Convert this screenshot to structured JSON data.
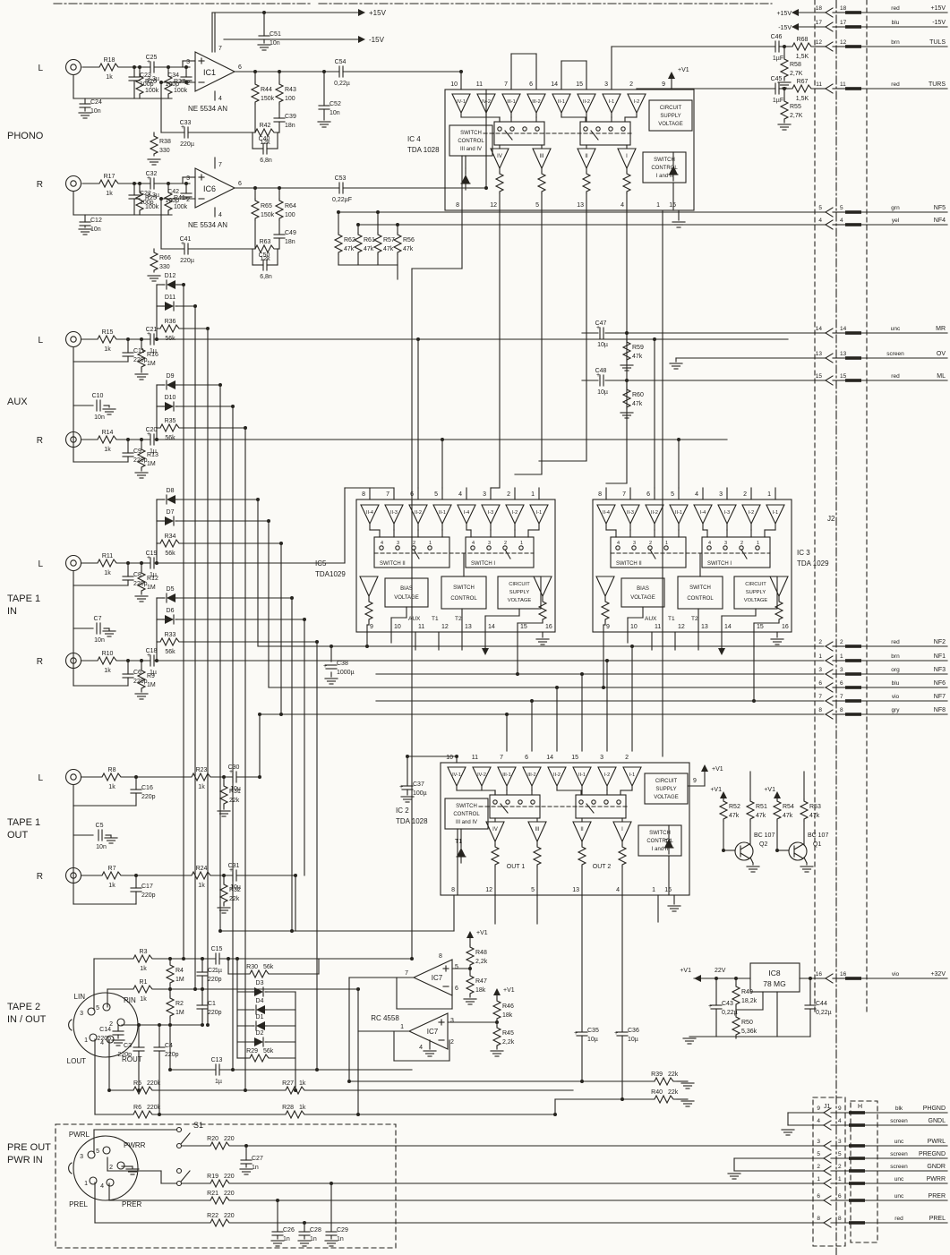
{
  "power": {
    "p15": "+15V",
    "m15": "-15V",
    "v1": "+V1",
    "v32": "+32V",
    "v22": "22V"
  },
  "sections": {
    "phono": "PHONO",
    "aux": "AUX",
    "t1in1": "TAPE 1",
    "t1in2": "IN",
    "t1out1": "TAPE 1",
    "t1out2": "OUT",
    "t21": "TAPE 2",
    "t22": "IN / OUT",
    "pre1": "PRE  OUT",
    "pre2": "PWR IN",
    "l": "L",
    "r": "R",
    "lin": "LIN",
    "rin": "RIN",
    "lout": "LOUT",
    "rout": "ROUT",
    "pwrl": "PWRL",
    "pwrr": "PWRR",
    "prel": "PREL",
    "prer": "PRER",
    "s1": "S1",
    "j2": "J2",
    "j1": "J1",
    "h": "H"
  },
  "din": {
    "n3": "3",
    "n5": "5",
    "n2": "2",
    "n1": "1",
    "n4": "4"
  },
  "ics": {
    "ic1": {
      "name": "IC1",
      "part": "NE 5534 AN",
      "p_inp": "3",
      "p_inn": "2",
      "p_vp": "7",
      "p_vn": "4",
      "p_out": "6"
    },
    "ic6": {
      "name": "IC6",
      "part": "NE 5534 AN",
      "p_inp": "3",
      "p_inn": "2",
      "p_vp": "7",
      "p_vn": "4",
      "p_out": "6"
    },
    "ic7a": {
      "name": "IC7",
      "part": "RC 4558",
      "p_out": "7",
      "p_vp": "8",
      "p_inp": "5",
      "p_inn": "6"
    },
    "ic7b": {
      "name": "IC7",
      "p_out": "1",
      "p_inp": "3",
      "p_inn": "2",
      "p_gnd": "4"
    },
    "ic8": {
      "name": "IC8",
      "part": "78 MG"
    },
    "ic4": {
      "name": "IC 4",
      "part": "TDA 1028",
      "sup": "9",
      "top": [
        "10",
        "11",
        "7",
        "6",
        "14",
        "15",
        "3",
        "2"
      ],
      "amps": [
        "IV-1",
        "IV-2",
        "III-1",
        "III-2",
        "II-1",
        "II-2",
        "I-1",
        "I-2"
      ],
      "sw_l": [
        "SWITCH",
        "CONTROL",
        "III and IV"
      ],
      "sw_r": [
        "SWITCH",
        "CONTROL",
        "I and II"
      ],
      "csv": [
        "CIRCUIT",
        "SUPPLY",
        "VOLTAGE"
      ],
      "outs": [
        "IV",
        "III",
        "II",
        "I"
      ],
      "bot": [
        "8",
        "12",
        "5",
        "13",
        "4",
        "1",
        "16"
      ]
    },
    "ic2": {
      "name": "IC 2",
      "part": "TDA 1028",
      "sup": "9",
      "top": [
        "10",
        "11",
        "7",
        "6",
        "14",
        "15",
        "3",
        "2"
      ],
      "amps": [
        "IV-1",
        "IV-2",
        "III-1",
        "III-2",
        "II-2",
        "II-1",
        "I-2",
        "I-1"
      ],
      "sw_l": [
        "SWITCH",
        "CONTROL",
        "III and IV"
      ],
      "sw_r": [
        "SWITCH",
        "CONTROL",
        "I and II"
      ],
      "csv": [
        "CIRCUIT",
        "SUPPLY",
        "VOLTAGE"
      ],
      "outs": [
        "IV",
        "III",
        "II",
        "I"
      ],
      "bot": [
        "8",
        "12",
        "5",
        "13",
        "4",
        "1",
        "16"
      ],
      "out1": "OUT 1",
      "out2": "OUT 2",
      "t1": "T1",
      "t2": "T2"
    },
    "ic5": {
      "name": "IC5",
      "part": "TDA1029",
      "top": [
        "8",
        "7",
        "6",
        "5",
        "4",
        "3",
        "2",
        "1"
      ],
      "amps": [
        "II-4",
        "II-3",
        "II-2",
        "II-1",
        "I-4",
        "I-3",
        "I-2",
        "I-1"
      ],
      "swii": "SWITCH II",
      "swi": "SWITCH I",
      "pos": [
        "4",
        "3",
        "2",
        "1"
      ],
      "bias": [
        "BIAS",
        "VOLTAGE"
      ],
      "swc": [
        "SWITCH",
        "CONTROL"
      ],
      "csv": [
        "CIRCUIT",
        "SUPPLY",
        "VOLTAGE"
      ],
      "bus": [
        "AUX",
        "T1",
        "T2"
      ],
      "bot": [
        "9",
        "10",
        "11",
        "12",
        "13",
        "14",
        "15",
        "16"
      ]
    },
    "ic3": {
      "name": "IC 3",
      "part": "TDA 1029",
      "top": [
        "8",
        "7",
        "6",
        "5",
        "4",
        "3",
        "2",
        "1"
      ],
      "amps": [
        "II-4",
        "II-3",
        "II-2",
        "II-1",
        "I-4",
        "I-3",
        "I-2",
        "I-1"
      ],
      "swii": "SWITCH II",
      "swi": "SWITCH I",
      "pos": [
        "4",
        "3",
        "2",
        "1"
      ],
      "bias": [
        "BIAS",
        "VOLTAGE"
      ],
      "swc": [
        "SWITCH",
        "CONTROL"
      ],
      "csv": [
        "CIRCUIT",
        "SUPPLY",
        "VOLTAGE"
      ],
      "bus": [
        "AUX",
        "T1",
        "T2"
      ],
      "bot": [
        "9",
        "10",
        "11",
        "12",
        "13",
        "14",
        "15",
        "16"
      ]
    }
  },
  "connector": {
    "top": [
      {
        "n": "18",
        "c": "red",
        "s": "+15V"
      },
      {
        "n": "17",
        "c": "blu",
        "s": "-15V"
      },
      {
        "n": "12",
        "c": "brn",
        "s": "TULS"
      },
      {
        "n": "11",
        "c": "red",
        "s": "TURS"
      },
      {
        "n": "5",
        "c": "grn",
        "s": "NF5"
      },
      {
        "n": "4",
        "c": "yel",
        "s": "NF4"
      }
    ],
    "mid": [
      {
        "n": "14",
        "c": "unc",
        "s": "MR"
      },
      {
        "n": "13",
        "c": "screen",
        "s": "OV"
      },
      {
        "n": "15",
        "c": "red",
        "s": "ML"
      }
    ],
    "nf": [
      {
        "n": "2",
        "c": "red",
        "s": "NF2"
      },
      {
        "n": "1",
        "c": "brn",
        "s": "NF1"
      },
      {
        "n": "3",
        "c": "org",
        "s": "NF3"
      },
      {
        "n": "6",
        "c": "blu",
        "s": "NF6"
      },
      {
        "n": "7",
        "c": "vio",
        "s": "NF7"
      },
      {
        "n": "8",
        "c": "gry",
        "s": "NF8"
      }
    ],
    "v32": [
      {
        "n": "16",
        "c": "vio",
        "s": "+32V"
      }
    ],
    "bottom": [
      {
        "n": "9",
        "c": "blk",
        "s": "PHGND"
      },
      {
        "n": "4",
        "c": "screen",
        "s": "GNDL"
      },
      {
        "n": "3",
        "c": "unc",
        "s": "PWRL"
      },
      {
        "n": "5",
        "c": "screen",
        "s": "PREGND"
      },
      {
        "n": "2",
        "c": "screen",
        "s": "GNDR"
      },
      {
        "n": "1",
        "c": "unc",
        "s": "PWRR"
      },
      {
        "n": "6",
        "c": "unc",
        "s": "PRER"
      },
      {
        "n": "8",
        "c": "red",
        "s": "PREL"
      }
    ]
  },
  "parts": {
    "R18": {
      "r": "R18",
      "v": "1k"
    },
    "C23": {
      "r": "C23",
      "v": "100p"
    },
    "C24": {
      "r": "C24",
      "v": "10n"
    },
    "C25": {
      "r": "C25",
      "v": "3,3µ"
    },
    "R26": {
      "r": "R26",
      "v": "100k"
    },
    "R37": {
      "r": "R37",
      "v": "100k"
    },
    "C34": {
      "r": "C34",
      "v": "100p"
    },
    "C51": {
      "r": "C51",
      "v": "10n"
    },
    "C54": {
      "r": "C54",
      "v": "0,22µ"
    },
    "R44": {
      "r": "R44",
      "v": "150k"
    },
    "R43": {
      "r": "R43",
      "v": "100"
    },
    "C39": {
      "r": "C39",
      "v": "18n"
    },
    "R42": {
      "r": "R42",
      "v": "12k"
    },
    "C40": {
      "r": "C40",
      "v": "6,8n"
    },
    "C33": {
      "r": "C33",
      "v": "220µ"
    },
    "R38": {
      "r": "R38",
      "v": "330"
    },
    "C52": {
      "r": "C52",
      "v": "10n"
    },
    "R17": {
      "r": "R17",
      "v": "1k"
    },
    "C22": {
      "r": "C22",
      "v": "100p"
    },
    "C12": {
      "r": "C12",
      "v": "10n"
    },
    "C32": {
      "r": "C32",
      "v": "3,3µ"
    },
    "R25": {
      "r": "R25",
      "v": "100k"
    },
    "R41": {
      "r": "R41",
      "v": "100k"
    },
    "C42": {
      "r": "C42",
      "v": "100p"
    },
    "C53": {
      "r": "C53",
      "v": "0,22µF"
    },
    "R65": {
      "r": "R65",
      "v": "150k"
    },
    "R64": {
      "r": "R64",
      "v": "100"
    },
    "C49": {
      "r": "C49",
      "v": "18n"
    },
    "R63": {
      "r": "R63",
      "v": "12k"
    },
    "C50": {
      "r": "C50",
      "v": "6,8n"
    },
    "C41": {
      "r": "C41",
      "v": "220µ"
    },
    "R66": {
      "r": "R66",
      "v": "330"
    },
    "R62": {
      "r": "R62",
      "v": "47k"
    },
    "R61": {
      "r": "R61",
      "v": "47k"
    },
    "R57": {
      "r": "R57",
      "v": "47k"
    },
    "R56": {
      "r": "R56",
      "v": "47k"
    },
    "C46": {
      "r": "C46",
      "v": "1µF"
    },
    "R68": {
      "r": "R68",
      "v": "1,5K"
    },
    "R58": {
      "r": "R58",
      "v": "2,7K"
    },
    "C45": {
      "r": "C45",
      "v": "1µF"
    },
    "R67": {
      "r": "R67",
      "v": "1,5K"
    },
    "R55": {
      "r": "R55",
      "v": "2,7K"
    },
    "R15": {
      "r": "R15",
      "v": "1k"
    },
    "C11": {
      "r": "C11",
      "v": "220p"
    },
    "C21": {
      "r": "C21",
      "v": "1µ"
    },
    "R16": {
      "r": "R16",
      "v": "1M"
    },
    "D12": {
      "r": "D12"
    },
    "D11": {
      "r": "D11"
    },
    "R36": {
      "r": "R36",
      "v": "56k"
    },
    "C10": {
      "r": "C10",
      "v": "10n"
    },
    "R14": {
      "r": "R14",
      "v": "1k"
    },
    "C9": {
      "r": "C9",
      "v": "220p"
    },
    "C20": {
      "r": "C20",
      "v": "1µ"
    },
    "R13": {
      "r": "R13",
      "v": "1M"
    },
    "D9": {
      "r": "D9"
    },
    "D10": {
      "r": "D10"
    },
    "R35": {
      "r": "R35",
      "v": "56k"
    },
    "C47": {
      "r": "C47",
      "v": "10µ"
    },
    "R59": {
      "r": "R59",
      "v": "47k"
    },
    "C48": {
      "r": "C48",
      "v": "10µ"
    },
    "R60": {
      "r": "R60",
      "v": "47k"
    },
    "R11": {
      "r": "R11",
      "v": "1k"
    },
    "C8": {
      "r": "C8",
      "v": "220p"
    },
    "C19": {
      "r": "C19",
      "v": "1µ"
    },
    "R12": {
      "r": "R12",
      "v": "1M"
    },
    "D8": {
      "r": "D8"
    },
    "D7": {
      "r": "D7"
    },
    "R34": {
      "r": "R34",
      "v": "56k"
    },
    "C7": {
      "r": "C7",
      "v": "10n"
    },
    "R10": {
      "r": "R10",
      "v": "1k"
    },
    "C6": {
      "r": "C6",
      "v": "220p"
    },
    "C18": {
      "r": "C18",
      "v": "1µ"
    },
    "R9": {
      "r": "R9",
      "v": "1M"
    },
    "D5": {
      "r": "D5"
    },
    "D6": {
      "r": "D6"
    },
    "R33": {
      "r": "R33",
      "v": "56k"
    },
    "C38": {
      "r": "C38",
      "v": "1000µ"
    },
    "C37": {
      "r": "C37",
      "v": "100µ"
    },
    "R52": {
      "r": "R52",
      "v": "47k"
    },
    "R51": {
      "r": "R51",
      "v": "47k"
    },
    "Q2": {
      "r": "Q2",
      "v": "BC 107"
    },
    "R54": {
      "r": "R54",
      "v": "47k"
    },
    "R53": {
      "r": "R53",
      "v": "47k"
    },
    "Q1": {
      "r": "Q1",
      "v": "BC 107"
    },
    "R8": {
      "r": "R8",
      "v": "1k"
    },
    "C16": {
      "r": "C16",
      "v": "220p"
    },
    "R23": {
      "r": "R23",
      "v": "1k"
    },
    "C30": {
      "r": "C30",
      "v": "10µ"
    },
    "R31": {
      "r": "R31",
      "v": "22k"
    },
    "C5": {
      "r": "C5",
      "v": "10n"
    },
    "R7": {
      "r": "R7",
      "v": "1k"
    },
    "C17": {
      "r": "C17",
      "v": "220p"
    },
    "R24": {
      "r": "R24",
      "v": "1k"
    },
    "C31": {
      "r": "C31",
      "v": "10µ"
    },
    "R32": {
      "r": "R32",
      "v": "22k"
    },
    "R48": {
      "r": "R48",
      "v": "2,2k"
    },
    "R47": {
      "r": "R47",
      "v": "18k"
    },
    "R46": {
      "r": "R46",
      "v": "18k"
    },
    "R45": {
      "r": "R45",
      "v": "2,2k"
    },
    "C35": {
      "r": "C35",
      "v": "10µ"
    },
    "C36": {
      "r": "C36",
      "v": "10µ"
    },
    "R39": {
      "r": "R39",
      "v": "22k"
    },
    "R40": {
      "r": "R40",
      "v": "22k"
    },
    "R3": {
      "r": "R3",
      "v": "1k"
    },
    "R1": {
      "r": "R1",
      "v": "1k"
    },
    "C15": {
      "r": "C15",
      "v": "1µ"
    },
    "R4": {
      "r": "R4",
      "v": "1M"
    },
    "R2": {
      "r": "R2",
      "v": "1M"
    },
    "C2": {
      "r": "C2",
      "v": "220p"
    },
    "C1": {
      "r": "C1",
      "v": "220p"
    },
    "C14": {
      "r": "C14",
      "v": "220p"
    },
    "C3": {
      "r": "C3",
      "v": "220p"
    },
    "C4": {
      "r": "C4",
      "v": "220p"
    },
    "C13": {
      "r": "C13",
      "v": "1µ"
    },
    "R30": {
      "r": "R30",
      "v": "56k"
    },
    "D3": {
      "r": "D3"
    },
    "D4": {
      "r": "D4"
    },
    "D1": {
      "r": "D1"
    },
    "D2": {
      "r": "D2"
    },
    "R29": {
      "r": "R29",
      "v": "56k"
    },
    "R5": {
      "r": "R5",
      "v": "220k"
    },
    "R6": {
      "r": "R6",
      "v": "220k"
    },
    "R27": {
      "r": "R27",
      "v": "1k"
    },
    "R28": {
      "r": "R28",
      "v": "1k"
    },
    "C43": {
      "r": "C43",
      "v": "0,22µ"
    },
    "R49": {
      "r": "R49",
      "v": "18,2k"
    },
    "R50": {
      "r": "R50",
      "v": "5,36k"
    },
    "C44": {
      "r": "C44",
      "v": "0,22µ"
    },
    "R20": {
      "r": "R20",
      "v": "220"
    },
    "C27": {
      "r": "C27",
      "v": "1n"
    },
    "R19": {
      "r": "R19",
      "v": "220"
    },
    "R21": {
      "r": "R21",
      "v": "220"
    },
    "R22": {
      "r": "R22",
      "v": "220"
    },
    "C26": {
      "r": "C26",
      "v": "1n"
    },
    "C28": {
      "r": "C28",
      "v": "1n"
    },
    "C29": {
      "r": "C29",
      "v": "1n"
    }
  }
}
